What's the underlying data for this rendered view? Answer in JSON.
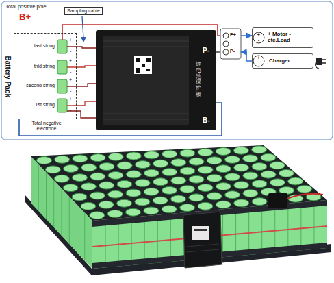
{
  "diagram": {
    "nodes": [
      {
        "text": [
          "Battery Pack"
        ]
      },
      {
        "text": [
          "Sampling cable"
        ]
      },
      {
        "text": [
          "P-",
          "B-",
          "锂电池保护板"
        ]
      },
      {
        "text": [
          "P+",
          "P-"
        ]
      },
      {
        "text": [
          "+ Motor -etc.Load"
        ]
      },
      {
        "text": [
          "Charger"
        ]
      }
    ],
    "edges": [
      {
        "from": 0,
        "to": 2,
        "arrow": "none"
      },
      {
        "from": 2,
        "to": 3,
        "arrow": "none"
      },
      {
        "from": 3,
        "to": 4,
        "arrow": "to"
      },
      {
        "from": 5,
        "to": 3,
        "arrow": "to"
      }
    ],
    "labels": [
      "Total positive pole",
      "B+",
      "last string",
      "thid string",
      "second string",
      "1st string",
      "Total negative electrode",
      "+",
      "-",
      "+",
      "-",
      "+",
      "-",
      "+",
      "-",
      "+",
      "-",
      "+",
      "-"
    ]
  }
}
